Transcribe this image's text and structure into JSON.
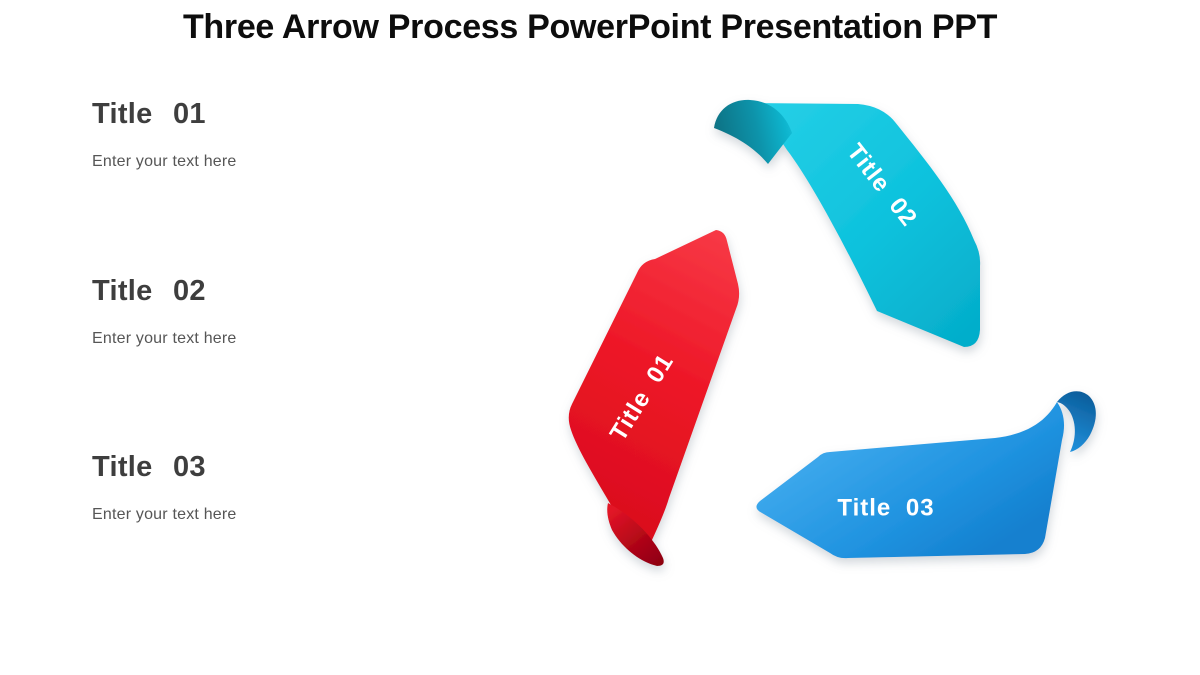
{
  "slide": {
    "title": "Three Arrow Process PowerPoint Presentation PPT",
    "background_color": "#ffffff",
    "title_color": "#0d0d0d"
  },
  "text_blocks": [
    {
      "title": "Title 01",
      "placeholder": "Enter your text here"
    },
    {
      "title": "Title 02",
      "placeholder": "Enter your text here"
    },
    {
      "title": "Title 03",
      "placeholder": "Enter your text here"
    }
  ],
  "diagram": {
    "type": "three-arrow-cyclic-process",
    "arrows": [
      {
        "label": "Title 01",
        "color": "#ed1626",
        "fold_color": "#8c0210",
        "text_color": "#ffffff",
        "position": "left",
        "points": "up-right"
      },
      {
        "label": "Title 02",
        "color": "#0ec2dd",
        "fold_color": "#0b7183",
        "text_color": "#ffffff",
        "position": "top-right",
        "points": "down"
      },
      {
        "label": "Title 03",
        "color": "#2093e0",
        "fold_color": "#0c5e9c",
        "text_color": "#ffffff",
        "position": "bottom",
        "points": "left"
      }
    ]
  }
}
